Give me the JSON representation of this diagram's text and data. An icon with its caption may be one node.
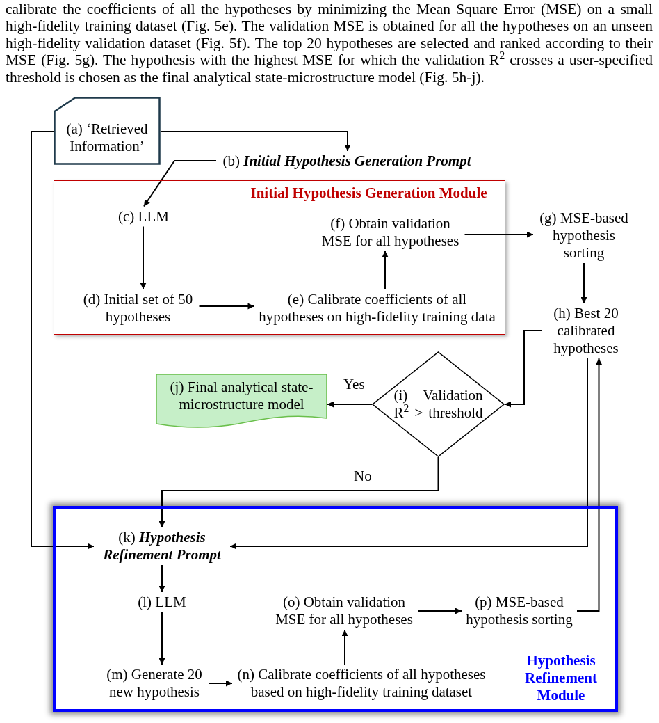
{
  "diagram": {
    "nodes": [
      {
        "text": [
          "(a) ‘Retrieved Information’"
        ]
      },
      {
        "text": [
          "(b) **Initial Hypothesis Generation Prompt**"
        ]
      },
      {
        "text": [
          "Initial Hypothesis Generation Module"
        ]
      },
      {
        "text": [
          "(c) LLM"
        ],
        "in": 2
      },
      {
        "text": [
          "(d) Initial set of 50 hypotheses"
        ],
        "in": 2
      },
      {
        "text": [
          "(e) Calibrate coefficients of all hypotheses on high-fidelity training data"
        ],
        "in": 2
      },
      {
        "text": [
          "(f) Obtain validation MSE for all hypotheses"
        ],
        "in": 2
      },
      {
        "text": [
          "(g) MSE-based hypothesis sorting"
        ]
      },
      {
        "text": [
          "(h) Best 20 calibrated hypotheses"
        ]
      },
      {
        "text": [
          "(i) Validation R$^{2}$ > threshold"
        ]
      },
      {
        "text": [
          "(j) Final analytical state-microstructure model"
        ]
      },
      {
        "text": [
          "Hypothesis Refinement Module"
        ]
      },
      {
        "text": [
          "(k) **Hypothesis Refinement Prompt**"
        ],
        "in": 11
      },
      {
        "text": [
          "(l) LLM"
        ],
        "in": 11
      },
      {
        "text": [
          "(m) Generate 20 new hypothesis"
        ],
        "in": 11
      },
      {
        "text": [
          "(n) Calibrate coefficients of all hypotheses based on high-fidelity training dataset"
        ],
        "in": 11
      },
      {
        "text": [
          "(o) Obtain validation MSE for all hypotheses"
        ],
        "in": 11
      },
      {
        "text": [
          "(p) MSE-based hypothesis sorting"
        ],
        "in": 11
      }
    ],
    "edges": [
      {
        "from": 0,
        "to": 1,
        "arrow": "to"
      },
      {
        "from": 0,
        "to": 12,
        "arrow": "to"
      },
      {
        "from": 1,
        "to": 3,
        "arrow": "to"
      },
      {
        "from": 3,
        "to": 4,
        "arrow": "to"
      },
      {
        "from": 4,
        "to": 5,
        "arrow": "to"
      },
      {
        "from": 5,
        "to": 6,
        "arrow": "to"
      },
      {
        "from": 6,
        "to": 7,
        "arrow": "to"
      },
      {
        "from": 7,
        "to": 8,
        "arrow": "to"
      },
      {
        "from": 8,
        "to": 9,
        "arrow": "to"
      },
      {
        "from": 9,
        "to": 10,
        "arrow": "to",
        "label": "Yes"
      },
      {
        "from": 9,
        "to": 12,
        "arrow": "to",
        "label": "No"
      },
      {
        "from": 8,
        "to": 12,
        "arrow": "to"
      },
      {
        "from": 12,
        "to": 13,
        "arrow": "to"
      },
      {
        "from": 13,
        "to": 14,
        "arrow": "to"
      },
      {
        "from": 14,
        "to": 15,
        "arrow": "to"
      },
      {
        "from": 15,
        "to": 16,
        "arrow": "to"
      },
      {
        "from": 16,
        "to": 17,
        "arrow": "to"
      },
      {
        "from": 17,
        "to": 8,
        "arrow": "to"
      }
    ],
    "labels": [
      "calibrate the coefficients of all the hypotheses by minimizing the Mean Square Error (MSE) on a small high-fidelity training dataset (Fig. 5e). The validation MSE is obtained for all the hypotheses on an unseen high-fidelity validation dataset (Fig. 5f). The top 20 hypotheses are selected and ranked according to their MSE (Fig. 5g). The hypothesis with the highest MSE for which the validation R$^{2}$ crosses a user-specified threshold is chosen as the final analytical state-microstructure model (Fig. 5h-j)."
    ]
  }
}
